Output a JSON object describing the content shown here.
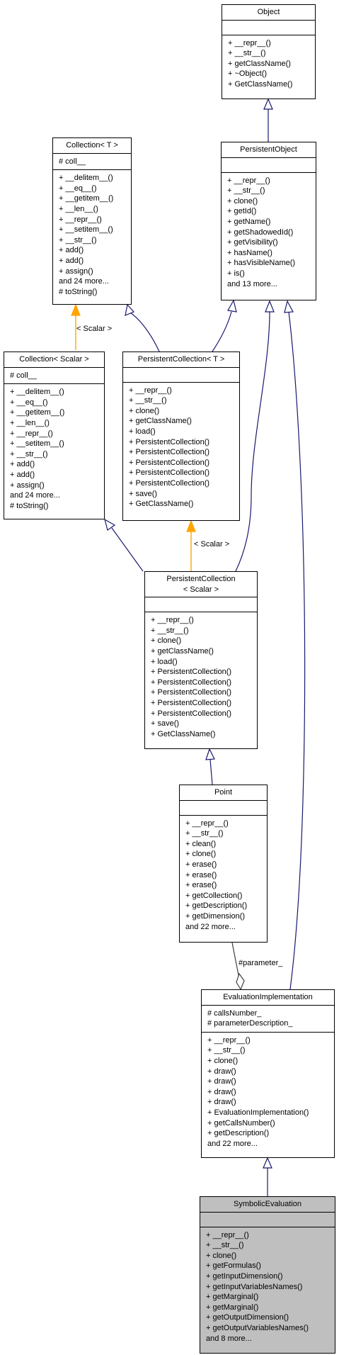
{
  "classes": {
    "object": {
      "name": "Object",
      "attributes": [],
      "methods": [
        "+ __repr__()",
        "+ __str__()",
        "+ getClassName()",
        "+ ~Object()",
        "+ GetClassName()"
      ]
    },
    "persistent_object": {
      "name": "PersistentObject",
      "attributes": [],
      "methods": [
        "+ __repr__()",
        "+ __str__()",
        "+ clone()",
        "+ getId()",
        "+ getName()",
        "+ getShadowedId()",
        "+ getVisibility()",
        "+ hasName()",
        "+ hasVisibleName()",
        "+ is()",
        "and 13 more..."
      ]
    },
    "collection_t": {
      "name": "Collection< T >",
      "attributes": [
        "# coll__"
      ],
      "methods": [
        "+ __delitem__()",
        "+ __eq__()",
        "+ __getitem__()",
        "+ __len__()",
        "+ __repr__()",
        "+ __setitem__()",
        "+ __str__()",
        "+ add()",
        "+ add()",
        "+ assign()",
        "and 24 more...",
        "# toString()"
      ]
    },
    "collection_scalar": {
      "name": "Collection< Scalar >",
      "attributes": [
        "# coll__"
      ],
      "methods": [
        "+ __delitem__()",
        "+ __eq__()",
        "+ __getitem__()",
        "+ __len__()",
        "+ __repr__()",
        "+ __setitem__()",
        "+ __str__()",
        "+ add()",
        "+ add()",
        "+ assign()",
        "and 24 more...",
        "# toString()"
      ]
    },
    "persistent_collection_t": {
      "name": "PersistentCollection< T >",
      "attributes": [],
      "methods": [
        "+ __repr__()",
        "+ __str__()",
        "+ clone()",
        "+ getClassName()",
        "+ load()",
        "+ PersistentCollection()",
        "+ PersistentCollection()",
        "+ PersistentCollection()",
        "+ PersistentCollection()",
        "+ PersistentCollection()",
        "+ save()",
        "+ GetClassName()"
      ]
    },
    "persistent_collection_scalar": {
      "name_lines": [
        "PersistentCollection",
        "< Scalar >"
      ],
      "attributes": [],
      "methods": [
        "+ __repr__()",
        "+ __str__()",
        "+ clone()",
        "+ getClassName()",
        "+ load()",
        "+ PersistentCollection()",
        "+ PersistentCollection()",
        "+ PersistentCollection()",
        "+ PersistentCollection()",
        "+ PersistentCollection()",
        "+ save()",
        "+ GetClassName()"
      ]
    },
    "point": {
      "name": "Point",
      "attributes": [],
      "methods": [
        "+ __repr__()",
        "+ __str__()",
        "+ clean()",
        "+ clone()",
        "+ erase()",
        "+ erase()",
        "+ erase()",
        "+ getCollection()",
        "+ getDescription()",
        "+ getDimension()",
        "and 22 more..."
      ]
    },
    "evaluation_implementation": {
      "name": "EvaluationImplementation",
      "attributes": [
        "# callsNumber_",
        "# parameterDescription_"
      ],
      "methods": [
        "+ __repr__()",
        "+ __str__()",
        "+ clone()",
        "+ draw()",
        "+ draw()",
        "+ draw()",
        "+ draw()",
        "+ EvaluationImplementation()",
        "+ getCallsNumber()",
        "+ getDescription()",
        "and 22 more..."
      ]
    },
    "symbolic_evaluation": {
      "name": "SymbolicEvaluation",
      "attributes": [],
      "methods": [
        "+ __repr__()",
        "+ __str__()",
        "+ clone()",
        "+ getFormulas()",
        "+ getInputDimension()",
        "+ getInputVariablesNames()",
        "+ getMarginal()",
        "+ getMarginal()",
        "+ getOutputDimension()",
        "+ getOutputVariablesNames()",
        "and 8 more..."
      ]
    }
  },
  "edge_labels": {
    "scalar_left": "< Scalar >",
    "scalar_right": "< Scalar >",
    "parameter": "#parameter_"
  },
  "colors": {
    "inheritance": "#191970",
    "template": "#ffa500",
    "composition": "#404040",
    "highlight_fill": "#bfbfbf"
  }
}
